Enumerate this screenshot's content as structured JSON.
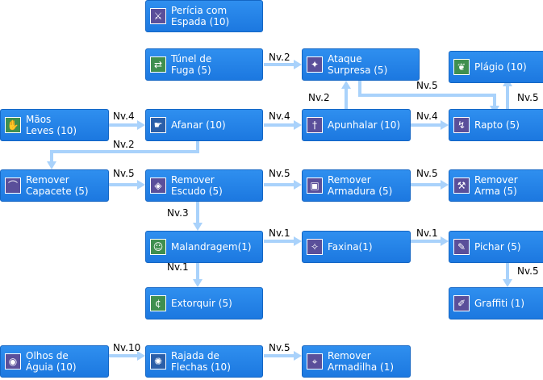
{
  "nodes": [
    {
      "id": "pericia",
      "label": "Perícia com\nEspada (10)",
      "icon": "sword-icon"
    },
    {
      "id": "tunel",
      "label": "Túnel de\nFuga (5)",
      "icon": "escape-icon"
    },
    {
      "id": "ataque",
      "label": "Ataque\nSurpresa (5)",
      "icon": "surprise-attack-icon"
    },
    {
      "id": "plagio",
      "label": "Plágio (10)",
      "icon": "plagiarism-icon"
    },
    {
      "id": "maos",
      "label": "Mãos\nLeves (10)",
      "icon": "hand-icon"
    },
    {
      "id": "afanar",
      "label": "Afanar (10)",
      "icon": "steal-icon"
    },
    {
      "id": "apunhalar",
      "label": "Apunhalar (10)",
      "icon": "dagger-icon"
    },
    {
      "id": "rapto",
      "label": "Rapto (5)",
      "icon": "snatch-icon"
    },
    {
      "id": "rcapacete",
      "label": "Remover\nCapacete (5)",
      "icon": "helmet-icon"
    },
    {
      "id": "rescudo",
      "label": "Remover\nEscudo (5)",
      "icon": "shield-icon"
    },
    {
      "id": "rarmadura",
      "label": "Remover\nArmadura (5)",
      "icon": "armor-icon"
    },
    {
      "id": "rarma",
      "label": "Remover\nArma (5)",
      "icon": "weapon-icon"
    },
    {
      "id": "malandragem",
      "label": "Malandragem(1)",
      "icon": "trick-icon"
    },
    {
      "id": "faxina",
      "label": "Faxina(1)",
      "icon": "cleaner-icon"
    },
    {
      "id": "pichar",
      "label": "Pichar (5)",
      "icon": "spray-icon"
    },
    {
      "id": "extorquir",
      "label": "Extorquir (5)",
      "icon": "coin-icon"
    },
    {
      "id": "graffiti",
      "label": "Graffiti (1)",
      "icon": "graffiti-icon"
    },
    {
      "id": "olhos",
      "label": "Olhos de\nÁguia (10)",
      "icon": "eagle-eye-icon"
    },
    {
      "id": "rajada",
      "label": "Rajada de\nFlechas (10)",
      "icon": "arrow-shower-icon"
    },
    {
      "id": "rarmadilha",
      "label": "Remover\nArmadilha (1)",
      "icon": "trap-icon"
    }
  ],
  "edges": [
    {
      "from": "tunel",
      "to": "ataque",
      "label": "Nv.2"
    },
    {
      "from": "apunhalar",
      "to": "ataque",
      "label": "Nv.2"
    },
    {
      "from": "ataque",
      "to": "rapto",
      "label": "Nv.5"
    },
    {
      "from": "rapto",
      "to": "plagio",
      "label": "Nv.5"
    },
    {
      "from": "maos",
      "to": "afanar",
      "label": "Nv.4"
    },
    {
      "from": "afanar",
      "to": "apunhalar",
      "label": "Nv.4"
    },
    {
      "from": "apunhalar",
      "to": "rapto",
      "label": "Nv.4"
    },
    {
      "from": "afanar",
      "to": "rcapacete",
      "label": "Nv.2"
    },
    {
      "from": "rcapacete",
      "to": "rescudo",
      "label": "Nv.5"
    },
    {
      "from": "rescudo",
      "to": "rarmadura",
      "label": "Nv.5"
    },
    {
      "from": "rarmadura",
      "to": "rarma",
      "label": "Nv.5"
    },
    {
      "from": "rescudo",
      "to": "malandragem",
      "label": "Nv.3"
    },
    {
      "from": "malandragem",
      "to": "faxina",
      "label": "Nv.1"
    },
    {
      "from": "faxina",
      "to": "pichar",
      "label": "Nv.1"
    },
    {
      "from": "malandragem",
      "to": "extorquir",
      "label": "Nv.1"
    },
    {
      "from": "pichar",
      "to": "graffiti",
      "label": "Nv.5"
    },
    {
      "from": "olhos",
      "to": "rajada",
      "label": "Nv.10"
    },
    {
      "from": "rajada",
      "to": "rarmadilha",
      "label": "Nv.5"
    }
  ]
}
